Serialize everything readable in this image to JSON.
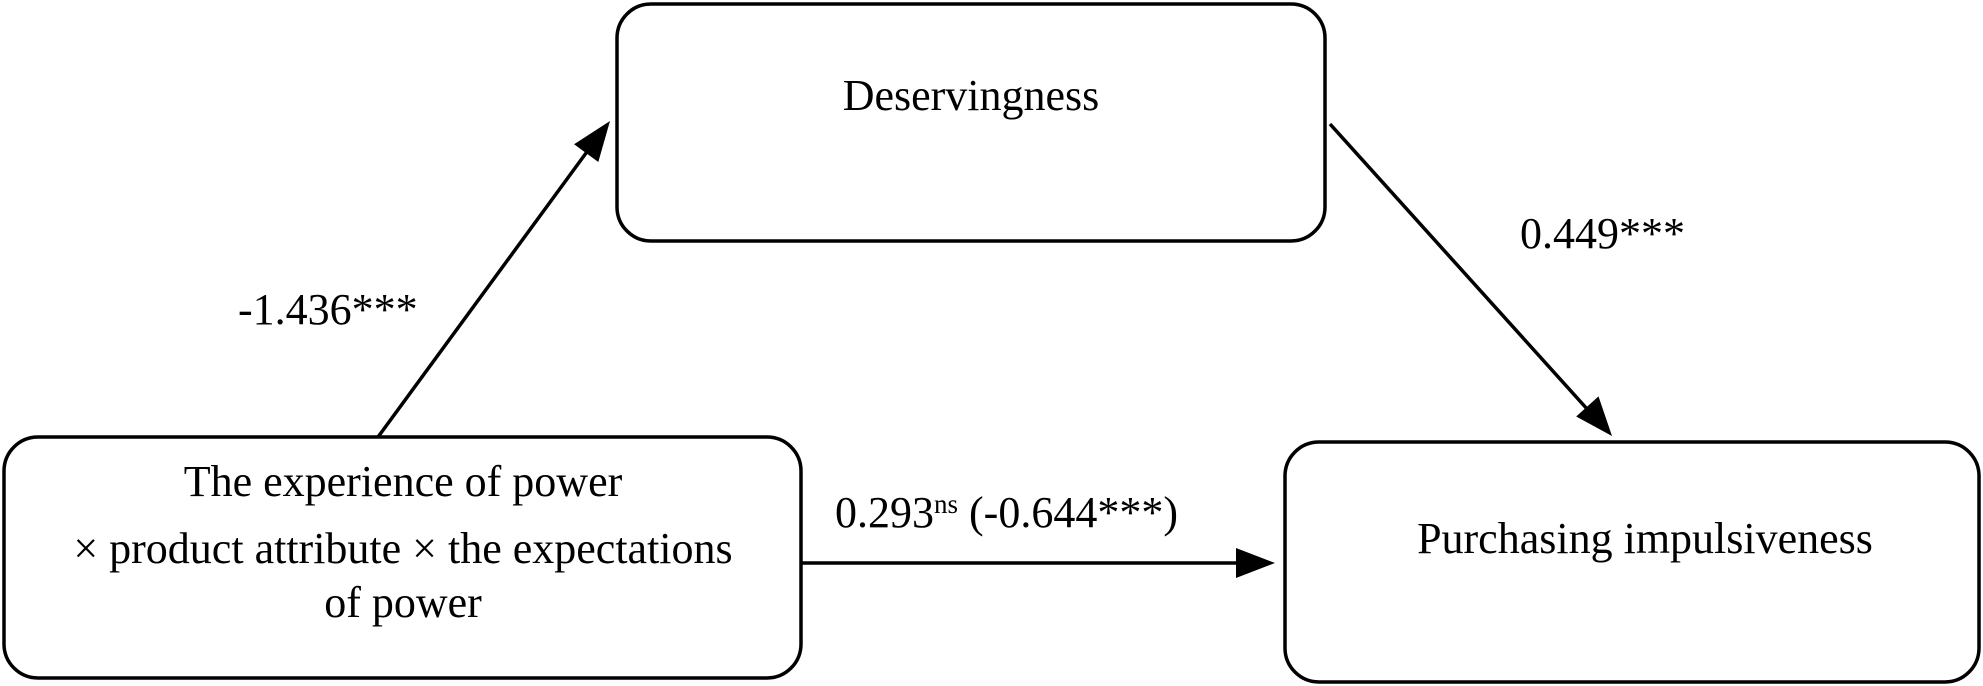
{
  "nodes": {
    "deservingness": {
      "label": "Deservingness"
    },
    "interaction": {
      "lines": [
        "The experience of power",
        "× product attribute × the expectations",
        "of power"
      ]
    },
    "purchasing": {
      "label": "Purchasing impulsiveness"
    }
  },
  "edges": {
    "interaction_to_deservingness": {
      "coefficient": "-1.436***"
    },
    "deservingness_to_purchasing": {
      "coefficient": "0.449***"
    },
    "interaction_to_purchasing": {
      "coefficient": "0.293",
      "significance": "ns",
      "total_effect": " (-0.644***)"
    }
  }
}
